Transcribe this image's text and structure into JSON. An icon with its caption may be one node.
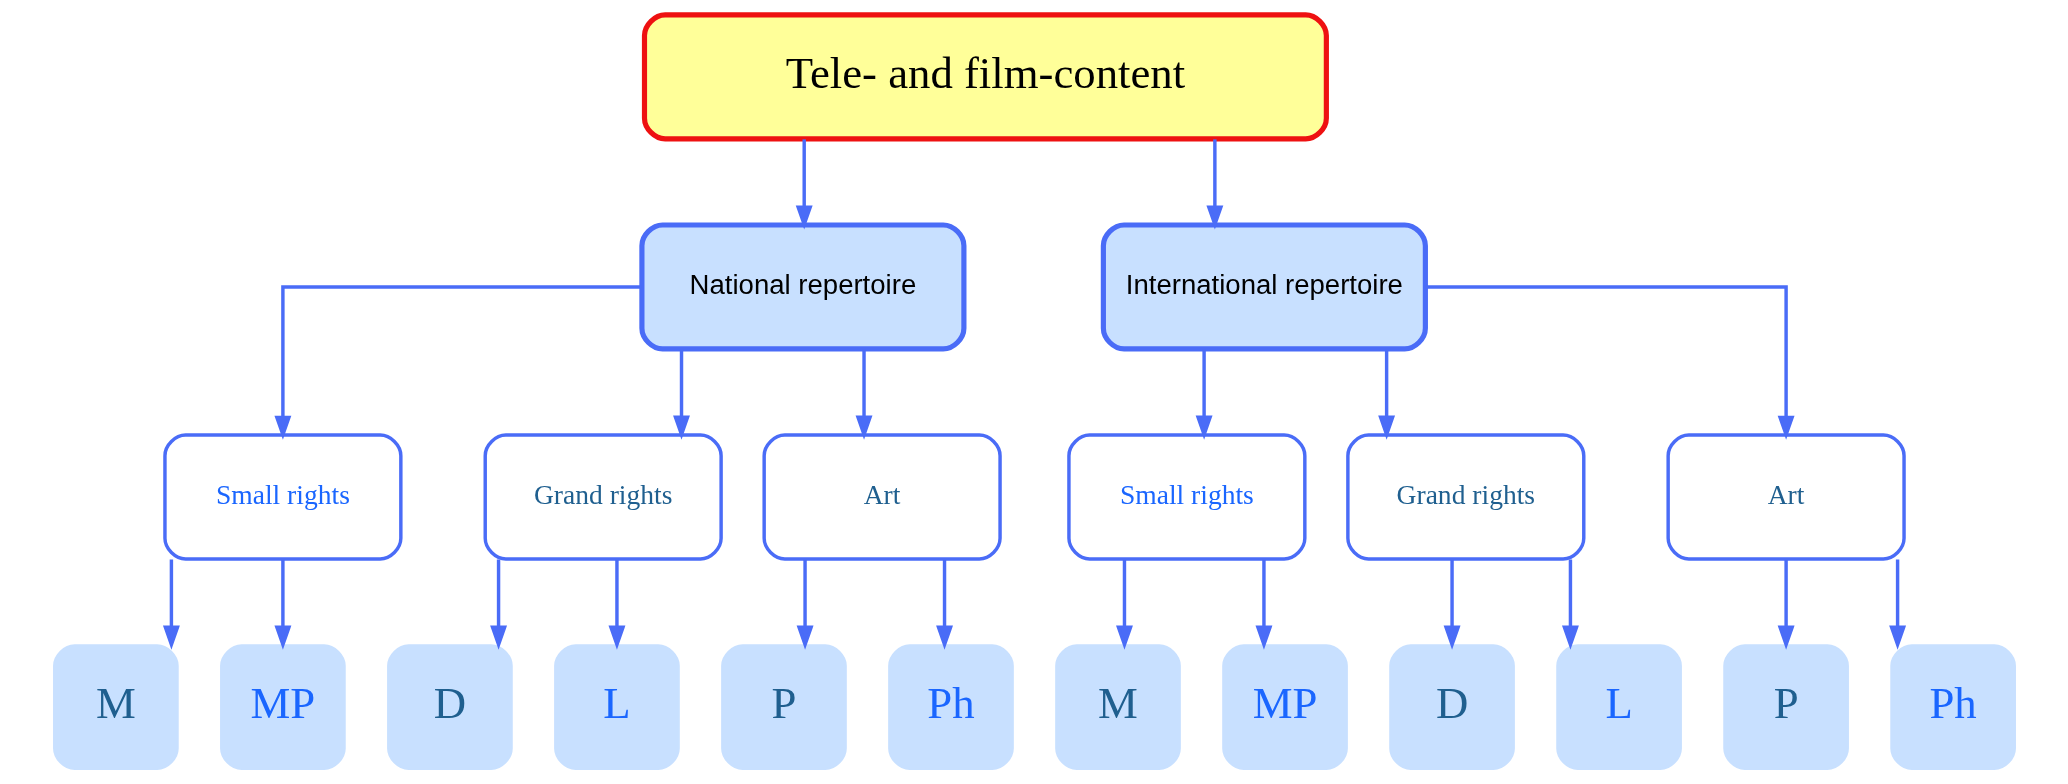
{
  "diagram": {
    "nodes": [
      {
        "text": [
          "Tele- and film-content"
        ]
      },
      {
        "text": [
          "National repertoire"
        ]
      },
      {
        "text": [
          "International repertoire"
        ]
      },
      {
        "text": [
          "Small rights"
        ]
      },
      {
        "text": [
          "Grand rights"
        ]
      },
      {
        "text": [
          "Art"
        ]
      },
      {
        "text": [
          "Small rights"
        ]
      },
      {
        "text": [
          "Grand rights"
        ]
      },
      {
        "text": [
          "Art"
        ]
      },
      {
        "text": [
          "M"
        ]
      },
      {
        "text": [
          "MP"
        ]
      },
      {
        "text": [
          "D"
        ]
      },
      {
        "text": [
          "L"
        ]
      },
      {
        "text": [
          "P"
        ]
      },
      {
        "text": [
          "Ph"
        ]
      },
      {
        "text": [
          "M"
        ]
      },
      {
        "text": [
          "MP"
        ]
      },
      {
        "text": [
          "D"
        ]
      },
      {
        "text": [
          "L"
        ]
      },
      {
        "text": [
          "P"
        ]
      },
      {
        "text": [
          "Ph"
        ]
      }
    ],
    "edges": [
      {
        "from": 0,
        "to": 1,
        "arrow": "to"
      },
      {
        "from": 0,
        "to": 2,
        "arrow": "to"
      },
      {
        "from": 1,
        "to": 3,
        "arrow": "to"
      },
      {
        "from": 1,
        "to": 4,
        "arrow": "to"
      },
      {
        "from": 1,
        "to": 5,
        "arrow": "to"
      },
      {
        "from": 2,
        "to": 6,
        "arrow": "to"
      },
      {
        "from": 2,
        "to": 7,
        "arrow": "to"
      },
      {
        "from": 2,
        "to": 8,
        "arrow": "to"
      },
      {
        "from": 3,
        "to": 9,
        "arrow": "to"
      },
      {
        "from": 3,
        "to": 10,
        "arrow": "to"
      },
      {
        "from": 4,
        "to": 11,
        "arrow": "to"
      },
      {
        "from": 4,
        "to": 12,
        "arrow": "to"
      },
      {
        "from": 5,
        "to": 13,
        "arrow": "to"
      },
      {
        "from": 5,
        "to": 14,
        "arrow": "to"
      },
      {
        "from": 6,
        "to": 15,
        "arrow": "to"
      },
      {
        "from": 6,
        "to": 16,
        "arrow": "to"
      },
      {
        "from": 7,
        "to": 17,
        "arrow": "to"
      },
      {
        "from": 7,
        "to": 18,
        "arrow": "to"
      },
      {
        "from": 8,
        "to": 19,
        "arrow": "to"
      },
      {
        "from": 8,
        "to": 20,
        "arrow": "to"
      }
    ]
  }
}
